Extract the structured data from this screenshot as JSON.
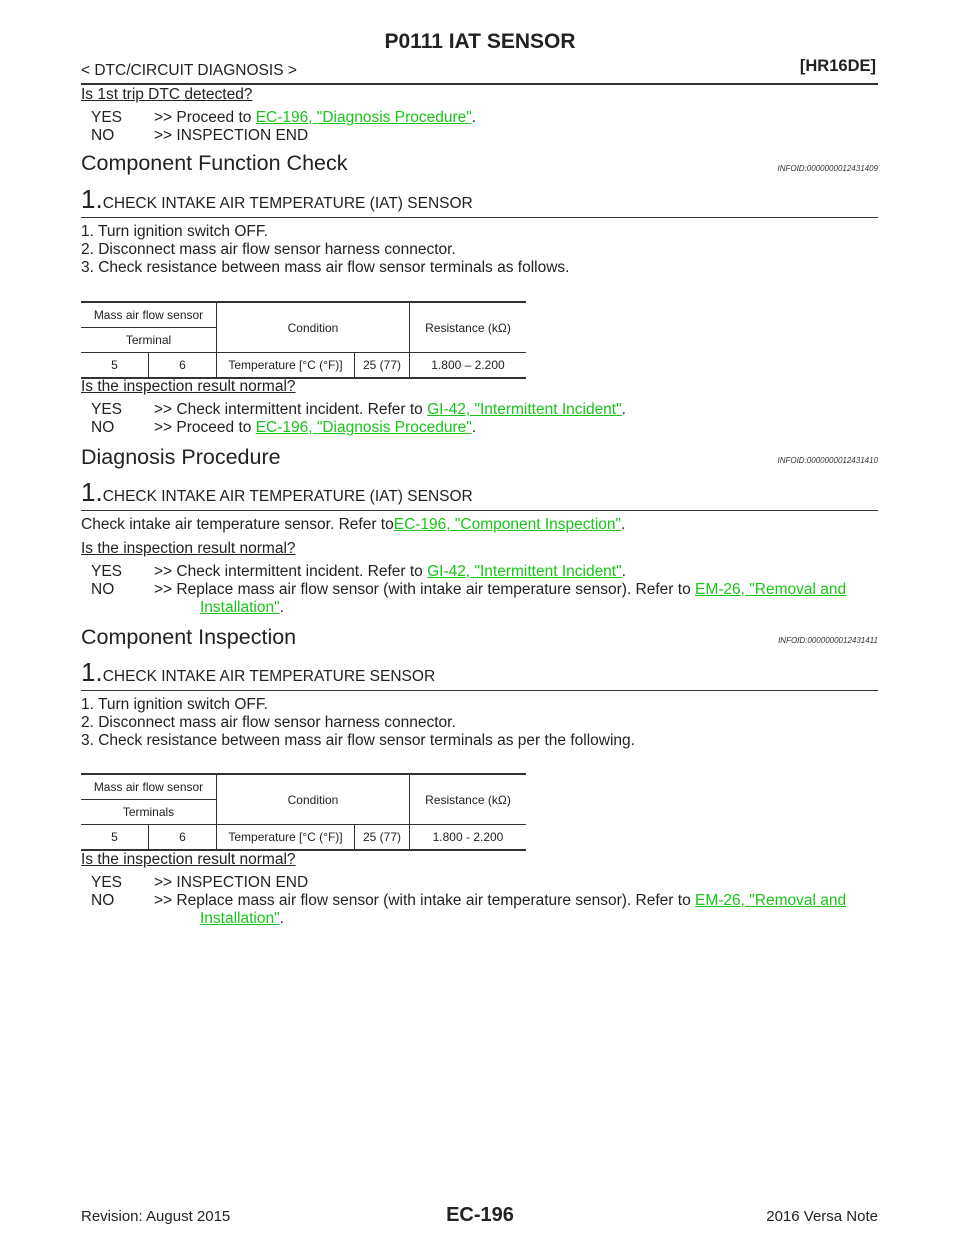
{
  "header": {
    "title": "P0111 IAT SENSOR",
    "breadcrumb": "< DTC/CIRCUIT DIAGNOSIS >",
    "engine": "[HR16DE]"
  },
  "intro": {
    "question": "Is 1st trip DTC detected?",
    "yes_label": "YES",
    "yes_prefix": ">> Proceed to ",
    "yes_link": "EC-196, \"Diagnosis Procedure\"",
    "yes_suffix": ".",
    "no_label": "NO",
    "no_text": ">> INSPECTION END"
  },
  "cfc": {
    "heading": "Component Function Check",
    "infoid": "INFOID:0000000012431409",
    "step_num": "1.",
    "step_title": "CHECK INTAKE AIR TEMPERATURE (IAT) SENSOR",
    "steps": [
      "1.  Turn ignition switch OFF.",
      "2.  Disconnect mass air flow sensor harness connector.",
      "3.  Check resistance between mass air flow sensor terminals as follows."
    ],
    "table": {
      "group": "Mass air flow sensor",
      "sub": "Terminal",
      "condition": "Condition",
      "resistance": "Resistance (kΩ)",
      "row": [
        "5",
        "6",
        "Temperature [°C (°F)]",
        "25 (77)",
        "1.800 – 2.200"
      ]
    },
    "question": "Is the inspection result normal?",
    "yes_label": "YES",
    "yes_prefix": ">> Check intermittent incident. Refer to ",
    "yes_link": "GI-42, \"Intermittent Incident\"",
    "yes_suffix": ".",
    "no_label": "NO",
    "no_prefix": ">> Proceed to ",
    "no_link": "EC-196, \"Diagnosis Procedure\"",
    "no_suffix": "."
  },
  "dp": {
    "heading": "Diagnosis Procedure",
    "infoid": "INFOID:0000000012431410",
    "step_num": "1.",
    "step_title": "CHECK INTAKE AIR TEMPERATURE (IAT) SENSOR",
    "check_prefix": "Check intake air temperature sensor. Refer to",
    "check_link": "EC-196, \"Component Inspection\"",
    "check_suffix": ".",
    "question": "Is the inspection result normal?",
    "yes_label": "YES",
    "yes_prefix": ">> Check intermittent incident. Refer to ",
    "yes_link": "GI-42, \"Intermittent Incident\"",
    "yes_suffix": ".",
    "no_label": "NO",
    "no_prefix": ">> Replace mass air flow sensor (with intake air temperature sensor). Refer to ",
    "no_link_a": "EM-26, \"Removal and",
    "no_link_b": "Installation\"",
    "no_suffix": "."
  },
  "ci": {
    "heading": "Component Inspection",
    "infoid": "INFOID:0000000012431411",
    "step_num": "1.",
    "step_title": "CHECK INTAKE AIR TEMPERATURE SENSOR",
    "steps": [
      "1.  Turn ignition switch OFF.",
      "2.  Disconnect mass air flow sensor harness connector.",
      "3.  Check resistance between mass air flow sensor terminals as per the following."
    ],
    "table": {
      "group": "Mass air flow sensor",
      "sub": "Terminals",
      "condition": "Condition",
      "resistance": "Resistance (kΩ)",
      "row": [
        "5",
        "6",
        "Temperature [°C (°F)]",
        "25 (77)",
        "1.800 - 2.200"
      ]
    },
    "question": "Is the inspection result normal?",
    "yes_label": "YES",
    "yes_text": ">> INSPECTION END",
    "no_label": "NO",
    "no_prefix": ">> Replace mass air flow sensor (with intake air temperature sensor). Refer to ",
    "no_link_a": "EM-26, \"Removal and",
    "no_link_b": "Installation\"",
    "no_suffix": "."
  },
  "footer": {
    "revision": "Revision: August 2015",
    "page": "EC-196",
    "model": "2016 Versa Note"
  }
}
